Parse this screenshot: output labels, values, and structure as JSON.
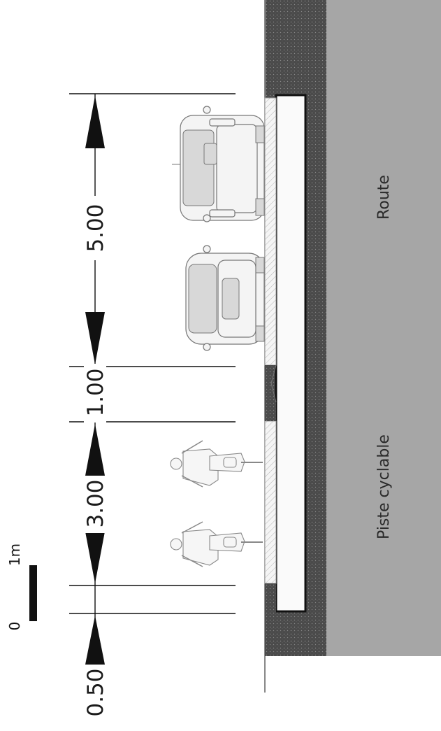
{
  "dimensions": {
    "road_width": "5.00",
    "separator_width": "1.00",
    "bike_width": "3.00",
    "margin_width": "0.50"
  },
  "zones": {
    "road_label": "Route",
    "bike_label": "Piste cyclable"
  },
  "scale_bar": {
    "zero_label": "0",
    "one_label": "1m"
  },
  "colors": {
    "road_fill": "#a6a6a6",
    "soil_fill": "#4a4a4a",
    "curb_fill": "#f2f2f2"
  }
}
